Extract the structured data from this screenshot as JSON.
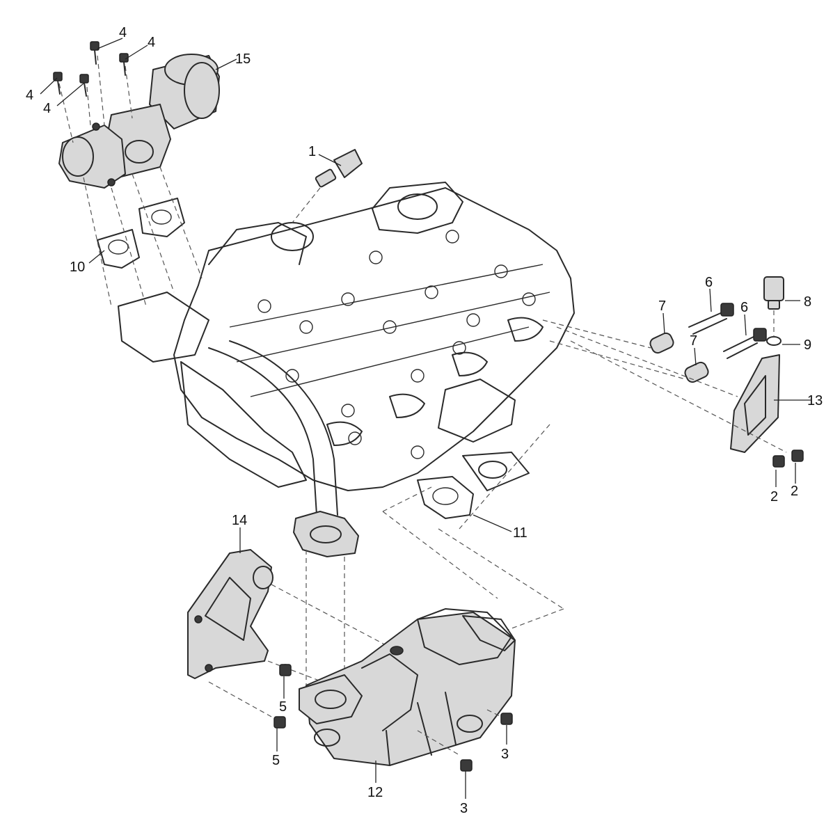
{
  "diagram": {
    "callouts": [
      {
        "id": "c1",
        "label": "1"
      },
      {
        "id": "c2a",
        "label": "2"
      },
      {
        "id": "c2b",
        "label": "2"
      },
      {
        "id": "c3a",
        "label": "3"
      },
      {
        "id": "c3b",
        "label": "3"
      },
      {
        "id": "c4a",
        "label": "4"
      },
      {
        "id": "c4b",
        "label": "4"
      },
      {
        "id": "c4c",
        "label": "4"
      },
      {
        "id": "c4d",
        "label": "4"
      },
      {
        "id": "c5a",
        "label": "5"
      },
      {
        "id": "c5b",
        "label": "5"
      },
      {
        "id": "c6a",
        "label": "6"
      },
      {
        "id": "c6b",
        "label": "6"
      },
      {
        "id": "c7a",
        "label": "7"
      },
      {
        "id": "c7b",
        "label": "7"
      },
      {
        "id": "c8",
        "label": "8"
      },
      {
        "id": "c9",
        "label": "9"
      },
      {
        "id": "c10",
        "label": "10"
      },
      {
        "id": "c11",
        "label": "11"
      },
      {
        "id": "c12",
        "label": "12"
      },
      {
        "id": "c13",
        "label": "13"
      },
      {
        "id": "c14",
        "label": "14"
      },
      {
        "id": "c15",
        "label": "15"
      }
    ]
  }
}
